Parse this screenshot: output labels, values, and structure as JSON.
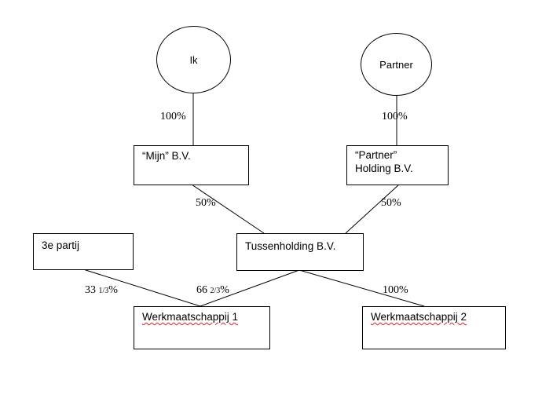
{
  "nodes": {
    "ik": {
      "label": "Ik"
    },
    "partner": {
      "label": "Partner"
    },
    "mijn_bv": {
      "lines": [
        "“Mijn” B.V."
      ]
    },
    "partner_holding": {
      "lines": [
        "“Partner”",
        "Holding B.V."
      ]
    },
    "derde_partij": {
      "label": "3e partij"
    },
    "tussenholding": {
      "label": "Tussenholding B.V."
    },
    "werkmaatschappij_1": {
      "label": "Werkmaatschappij 1"
    },
    "werkmaatschappij_2": {
      "label": "Werkmaatschappij 2"
    }
  },
  "edges": [
    {
      "from": "ik",
      "to": "mijn_bv",
      "label": "100%"
    },
    {
      "from": "partner",
      "to": "partner_holding",
      "label": "100%"
    },
    {
      "from": "mijn_bv",
      "to": "tussenholding",
      "label": "50%"
    },
    {
      "from": "partner_holding",
      "to": "tussenholding",
      "label": "50%"
    },
    {
      "from": "derde_partij",
      "to": "werkmaatschappij_1",
      "label": {
        "whole": "33 ",
        "frac": "1/3",
        "suffix": "%"
      }
    },
    {
      "from": "tussenholding",
      "to": "werkmaatschappij_1",
      "label": {
        "whole": "66 ",
        "frac": "2/3",
        "suffix": "%"
      }
    },
    {
      "from": "tussenholding",
      "to": "werkmaatschappij_2",
      "label": "100%"
    }
  ]
}
